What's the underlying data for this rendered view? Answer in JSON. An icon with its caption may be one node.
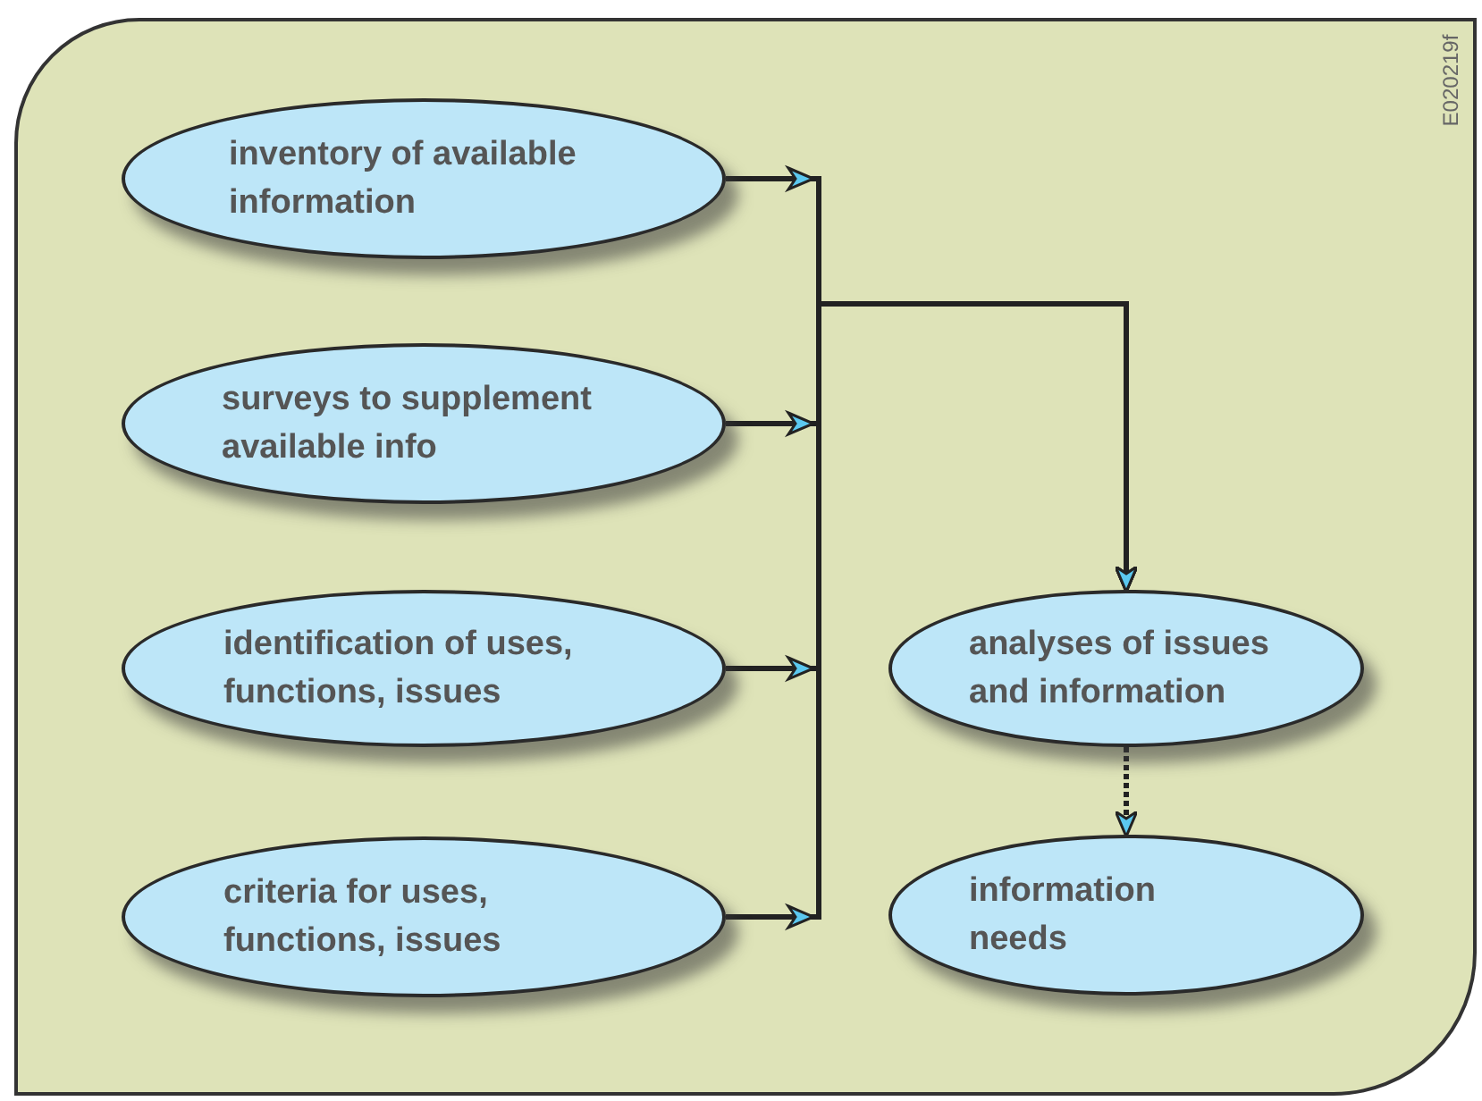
{
  "diagram": {
    "nodes": [
      {
        "text": [
          "inventory of available information"
        ]
      },
      {
        "text": [
          "surveys to supplement available info"
        ]
      },
      {
        "text": [
          "identification of uses, functions, issues"
        ]
      },
      {
        "text": [
          "criteria for uses, functions, issues"
        ]
      },
      {
        "text": [
          "analyses of issues and information"
        ]
      },
      {
        "text": [
          "information needs"
        ]
      }
    ],
    "edges": [
      {
        "from": 0,
        "to": 4,
        "arrow": "to"
      },
      {
        "from": 1,
        "to": 4,
        "arrow": "to"
      },
      {
        "from": 2,
        "to": 4,
        "arrow": "to"
      },
      {
        "from": 3,
        "to": 4,
        "arrow": "to"
      },
      {
        "from": 4,
        "to": 5,
        "arrow": "to",
        "style": "dashed"
      }
    ],
    "labels": [
      "E020219f"
    ]
  }
}
